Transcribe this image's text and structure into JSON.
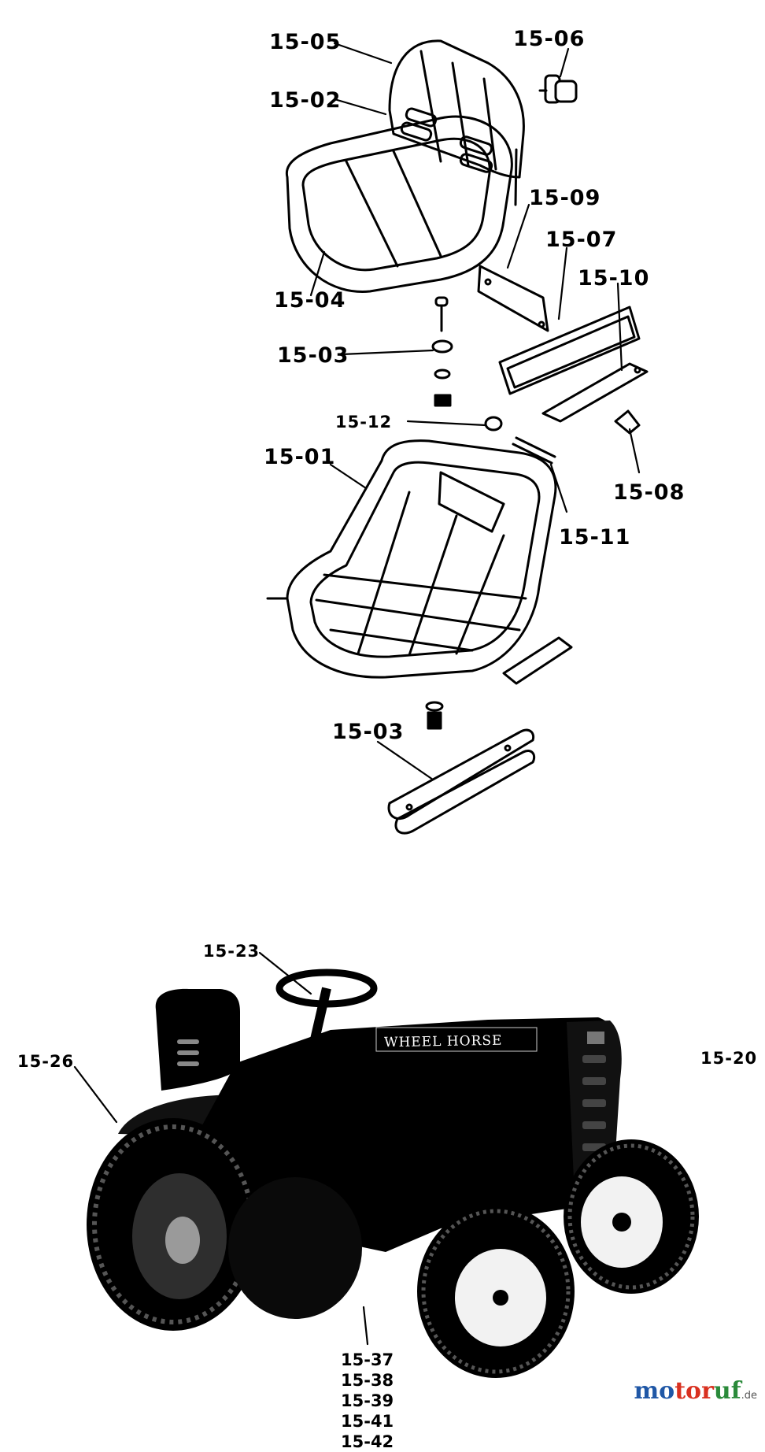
{
  "callouts": {
    "c1505": "15-05",
    "c1506": "15-06",
    "c1502": "15-02",
    "c1509": "15-09",
    "c1507": "15-07",
    "c1510": "15-10",
    "c1504": "15-04",
    "c1503a": "15-03",
    "c1512": "15-12",
    "c1501": "15-01",
    "c1508": "15-08",
    "c1511": "15-11",
    "c1503b": "15-03",
    "c1523": "15-23",
    "c1526": "15-26",
    "c1520": "15-20"
  },
  "stack": [
    "15-37",
    "15-38",
    "15-39",
    "15-41",
    "15-42"
  ],
  "tractor": {
    "brand_text": "WHEEL HORSE"
  },
  "watermark": {
    "mo": "mo",
    "tor": "tor",
    "uf": "uf",
    "de": ".de"
  }
}
